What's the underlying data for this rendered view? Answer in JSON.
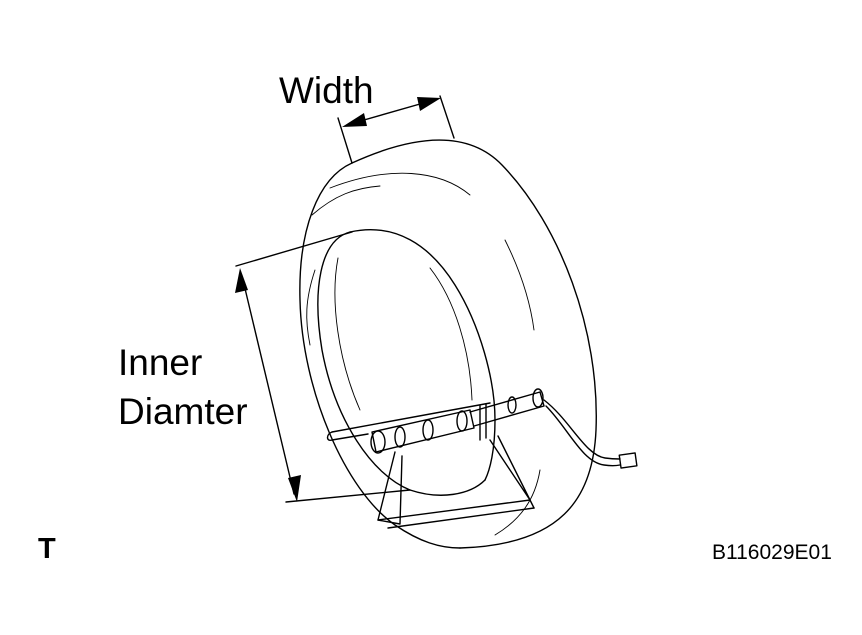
{
  "labels": {
    "width": "Width",
    "inner_line1": "Inner",
    "inner_line2": "Diamter",
    "corner_mark": "T",
    "reference_code": "B116029E01"
  },
  "colors": {
    "line": "#000000",
    "background": "#ffffff"
  }
}
